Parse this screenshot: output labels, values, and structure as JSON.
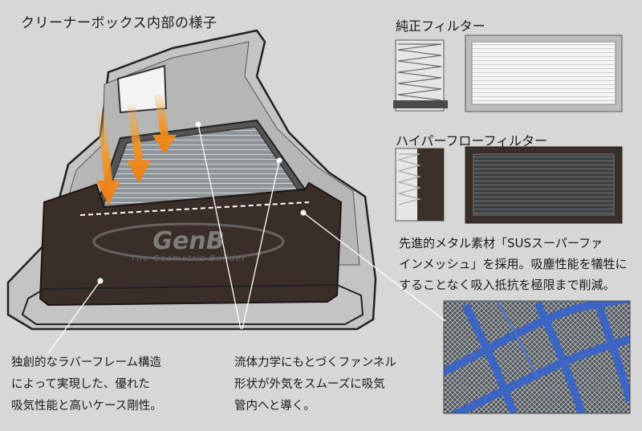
{
  "titles": {
    "main": "クリーナーボックス内部の様子",
    "standard_filter": "純正フィルター",
    "hyper_flow_filter": "ハイパーフローフィルター"
  },
  "logo": {
    "brand": "GenB",
    "tagline": "The Geometric Builder"
  },
  "descriptions": {
    "sus_mesh": [
      "先進的メタル素材「SUSスーパーファ",
      "インメッシュ」を採用。吸塵性能を犠牲に",
      "することなく吸入抵抗を極限まで削減。"
    ],
    "rubber_frame": [
      "独創的なラバーフレーム構造",
      "によって実現した、優れた",
      "吸気性能と高いケース剛性。"
    ],
    "funnel_shape": [
      "流体力学にもとづくファンネル",
      "形状が外気をスムーズに吸気",
      "管内へと導く。"
    ]
  },
  "colors": {
    "background": "#d7d7d7",
    "box_outline": "#2b2b2b",
    "rubber_frame": "#3a2e28",
    "airflow_arrow": "#f08a1a",
    "mesh_wire": "#3d66c4",
    "mesh_bg": "#5a5a5a"
  }
}
